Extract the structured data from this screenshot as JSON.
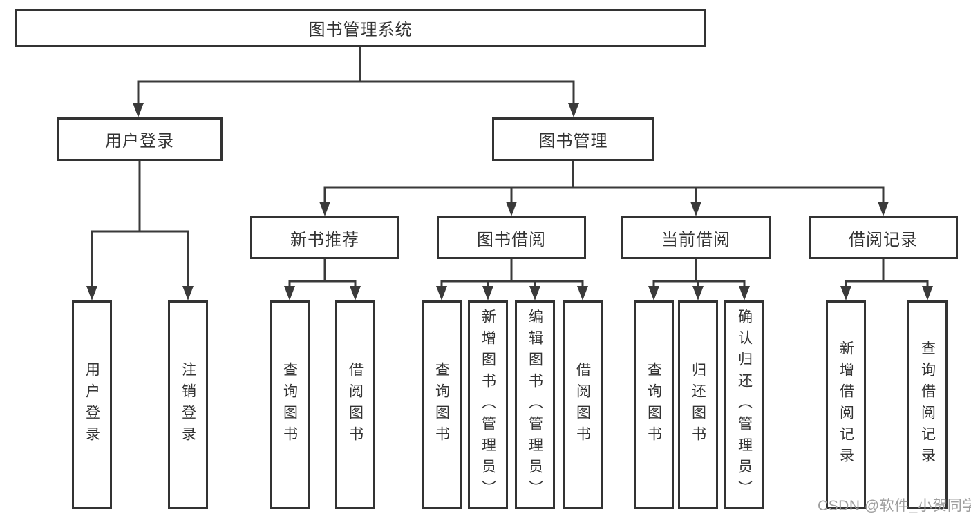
{
  "diagram_title": "图书管理系统",
  "tree": {
    "root": {
      "label": "图书管理系统"
    },
    "children": [
      {
        "label": "用户登录",
        "children": [
          {
            "label": "用户登录"
          },
          {
            "label": "注销登录"
          }
        ]
      },
      {
        "label": "图书管理",
        "children": [
          {
            "label": "新书推荐",
            "children": [
              {
                "label": "查询图书"
              },
              {
                "label": "借阅图书"
              }
            ]
          },
          {
            "label": "图书借阅",
            "children": [
              {
                "label": "查询图书"
              },
              {
                "label": "新增图书（管理员）"
              },
              {
                "label": "编辑图书（管理员）"
              },
              {
                "label": "借阅图书"
              }
            ]
          },
          {
            "label": "当前借阅",
            "children": [
              {
                "label": "查询图书"
              },
              {
                "label": "归还图书"
              },
              {
                "label": "确认归还（管理员）"
              }
            ]
          },
          {
            "label": "借阅记录",
            "children": [
              {
                "label": "新增借阅记录"
              },
              {
                "label": "查询借阅记录"
              }
            ]
          }
        ]
      }
    ]
  },
  "watermark": {
    "text": "CSDN @软件_小贺同学"
  },
  "colors": {
    "line": "#3a3a3a",
    "box_border": "#333333",
    "text": "#333333",
    "watermark": "#9e9e9e",
    "background": "#ffffff"
  }
}
